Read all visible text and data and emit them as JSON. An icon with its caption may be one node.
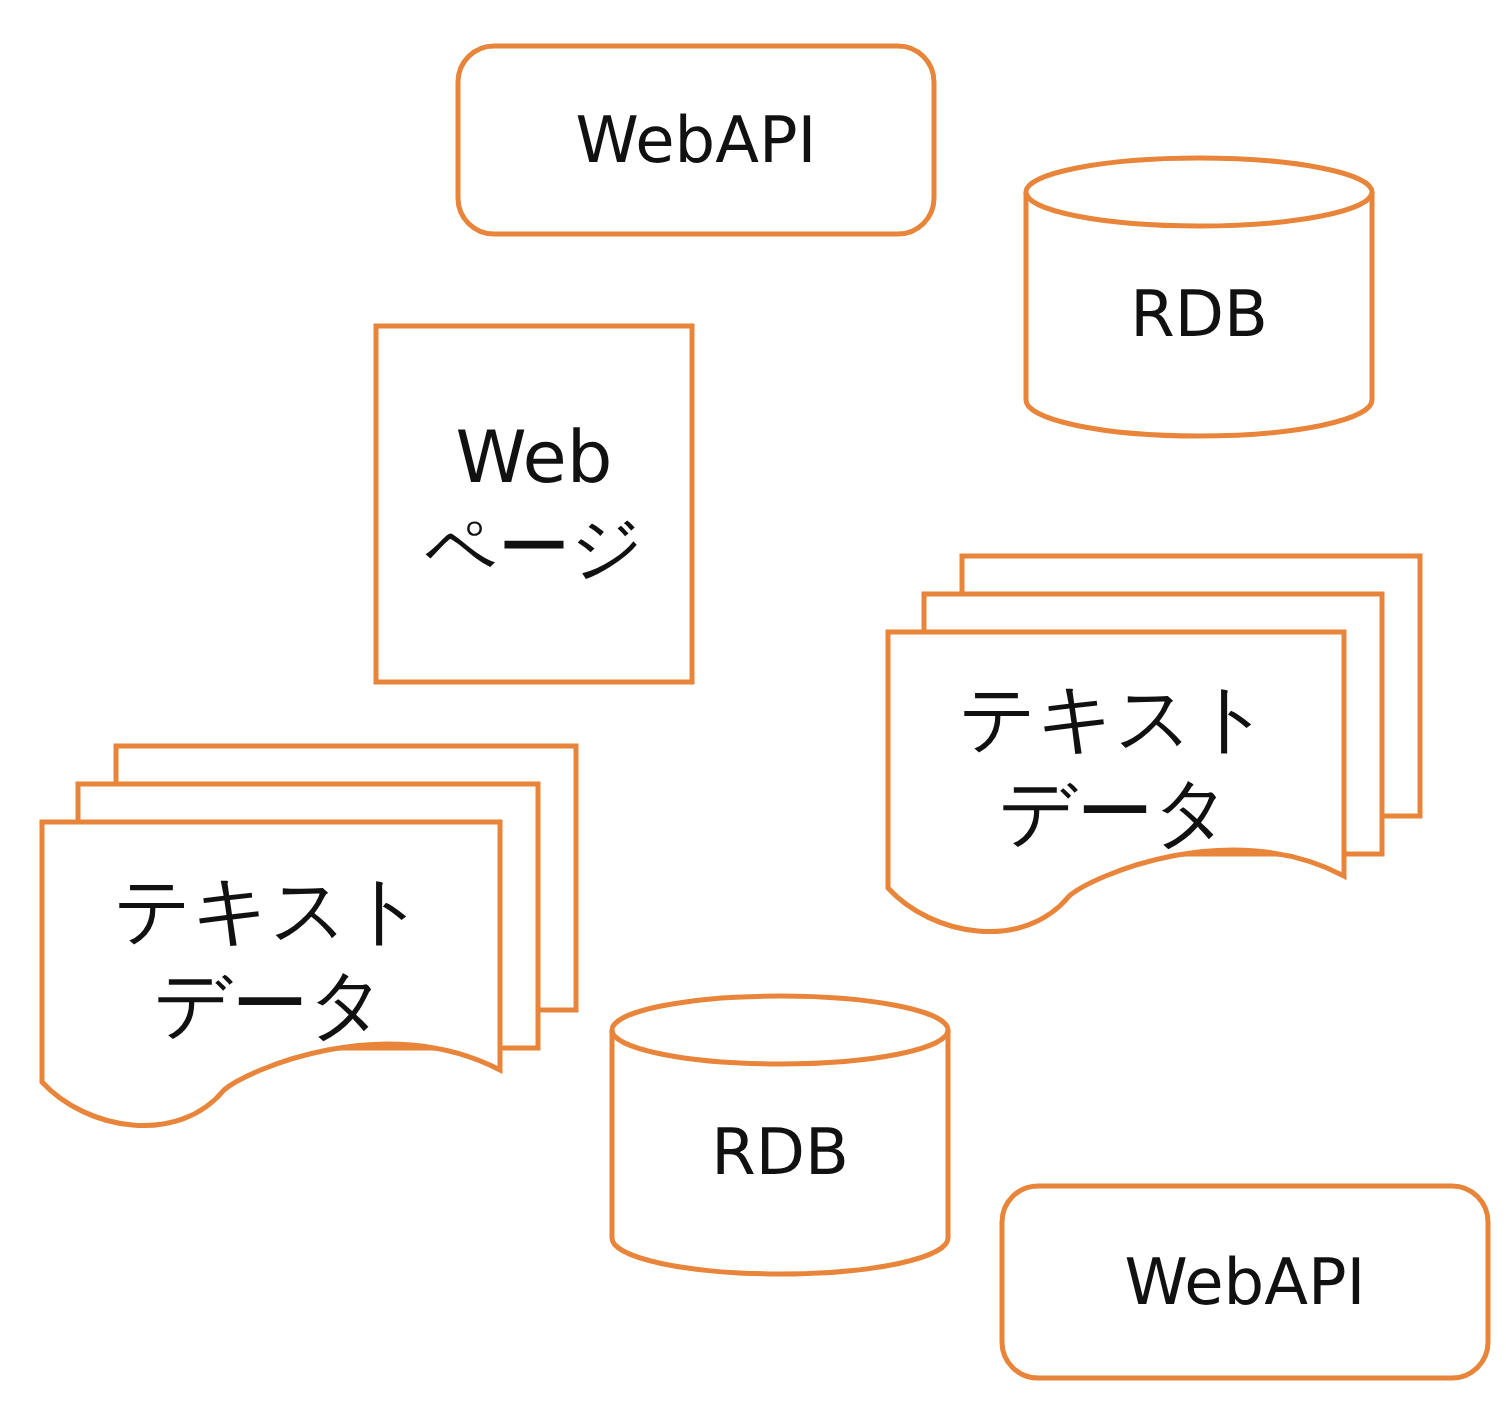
{
  "diagram": {
    "nodes": [
      {
        "text": [
          "WebAPI"
        ]
      },
      {
        "text": [
          "RDB"
        ]
      },
      {
        "text": [
          "Webページ"
        ]
      },
      {
        "text": [
          "テキストデータ"
        ]
      },
      {
        "text": [
          "テキストデータ"
        ]
      },
      {
        "text": [
          "RDB"
        ]
      },
      {
        "text": [
          "WebAPI"
        ]
      }
    ]
  }
}
